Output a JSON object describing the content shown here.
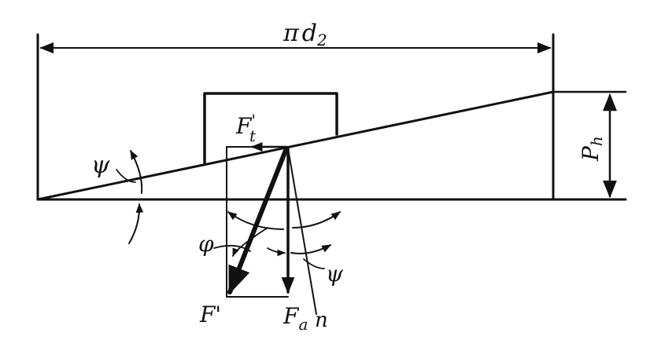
{
  "diagram": {
    "labels": {
      "circumference": {
        "main": "π",
        "var": "d",
        "sub": "2"
      },
      "lead": {
        "main": "P",
        "sub": "h"
      },
      "helix_angle_left": "ψ",
      "helix_angle_right": "ψ",
      "friction_angle": "φ",
      "resultant_force": "F'",
      "tangential_force": {
        "main": "F",
        "sup": "'",
        "sub": "t"
      },
      "axial_force": {
        "main": "F",
        "sub": "a"
      },
      "normal_line": "n"
    },
    "colors": {
      "ink": "#111111",
      "paper": "#ffffff"
    }
  }
}
